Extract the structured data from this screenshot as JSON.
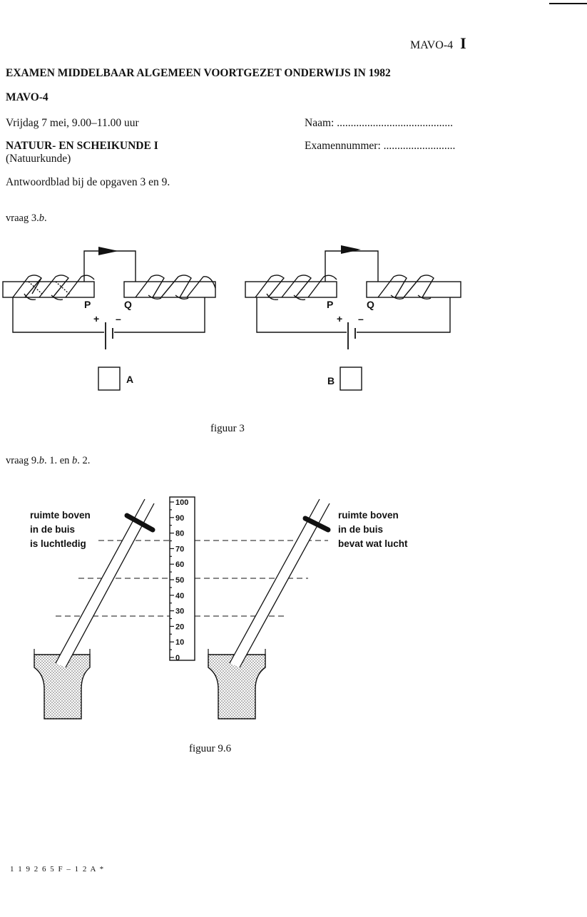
{
  "header": {
    "code": "MAVO-4",
    "roman": "I"
  },
  "exam": {
    "title": "EXAMEN MIDDELBAAR ALGEMEEN VOORTGEZET ONDERWIJS IN 1982",
    "level": "MAVO-4",
    "date": "Vrijdag 7 mei, 9.00–11.00 uur",
    "name_field": "Naam: ..........................................",
    "subject": "NATUUR- EN SCHEIKUNDE  I",
    "subject_sub": "(Natuurkunde)",
    "exam_number_field": "Examennummer: ..........................",
    "intro": "Antwoordblad bij de opgaven 3 en 9."
  },
  "question3": {
    "label_prefix": "vraag 3.",
    "label_italic": "b",
    "label_suffix": ".",
    "caption": "figuur 3",
    "circuit_a": {
      "pole_p": "P",
      "pole_q": "Q",
      "plus": "+",
      "minus": "–",
      "box_label": "A"
    },
    "circuit_b": {
      "pole_p": "P",
      "pole_q": "Q",
      "plus": "+",
      "minus": "–",
      "box_label": "B"
    }
  },
  "question9": {
    "label_prefix": "vraag 9.",
    "label_italic1": "b",
    "label_mid": ". 1. en ",
    "label_italic2": "b",
    "label_suffix": ". 2.",
    "caption": "figuur 9.6",
    "left_label": [
      "ruimte  boven",
      "in  de  buis",
      "is  luchtledig"
    ],
    "right_label": [
      "ruimte  boven",
      "in  de  buis",
      "bevat  wat  lucht"
    ],
    "scale_labels": [
      "100",
      "90",
      "80",
      "70",
      "60",
      "50",
      "40",
      "30",
      "20",
      "10",
      "0"
    ]
  },
  "footer": {
    "code": "1 1 9 2 6 5 F – 1 2 A *"
  }
}
